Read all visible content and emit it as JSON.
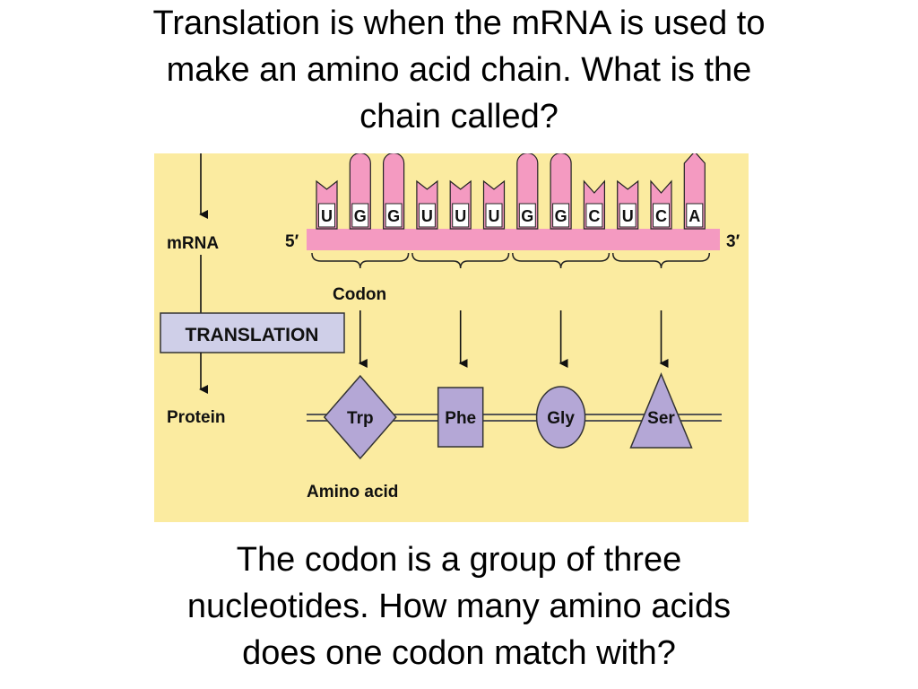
{
  "slide": {
    "top_text": [
      "Translation is when the mRNA is used to",
      "make an amino acid chain. What is the",
      "chain called?"
    ],
    "bottom_text": [
      "The codon is a group of three",
      "nucleotides. How many amino acids",
      "does one codon match with?"
    ]
  },
  "diagram": {
    "colors": {
      "background": "#fbeba0",
      "mrna": "#f49ac1",
      "amino_acid": "#b4a7d6",
      "label_box": "#cfcfe8"
    },
    "labels": {
      "mrna": "mRNA",
      "translation": "TRANSLATION",
      "protein": "Protein",
      "five_prime": "5′",
      "three_prime": "3′",
      "codon": "Codon",
      "amino_acid": "Amino acid"
    },
    "bases": [
      "U",
      "G",
      "G",
      "U",
      "U",
      "U",
      "G",
      "G",
      "C",
      "U",
      "C",
      "A"
    ],
    "amino_acids": [
      {
        "name": "Trp",
        "shape": "diamond"
      },
      {
        "name": "Phe",
        "shape": "square"
      },
      {
        "name": "Gly",
        "shape": "circle"
      },
      {
        "name": "Ser",
        "shape": "triangle"
      }
    ]
  }
}
